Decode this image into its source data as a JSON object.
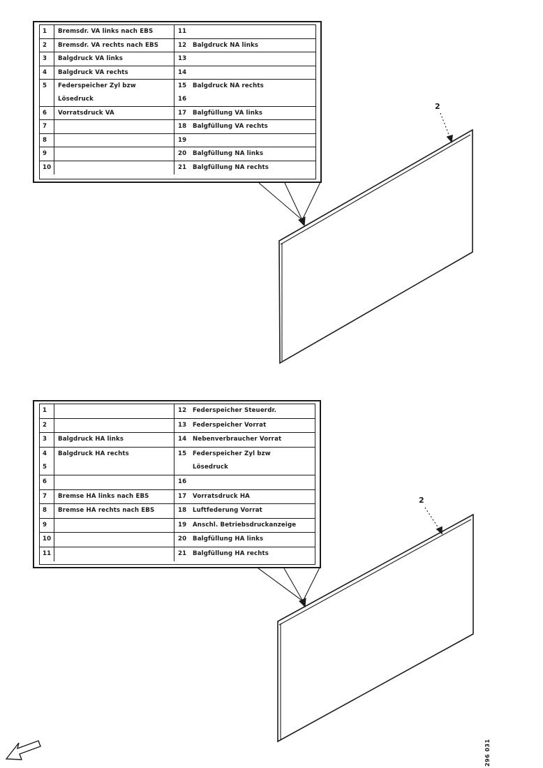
{
  "figure_code": "296 031",
  "panels": [
    {
      "callout_label": "2"
    },
    {
      "callout_label": "2"
    }
  ],
  "tables": [
    {
      "title": "front-axle-test-connections",
      "bands": [
        {
          "tall": false,
          "left_nums": [
            "1"
          ],
          "left_lines": [
            "Bremsdr. VA links nach EBS"
          ],
          "right": [
            {
              "num": "11",
              "text": ""
            }
          ]
        },
        {
          "tall": false,
          "left_nums": [
            "2"
          ],
          "left_lines": [
            "Bremsdr. VA rechts nach EBS"
          ],
          "right": [
            {
              "num": "12",
              "text": "Balgdruck NA links"
            }
          ]
        },
        {
          "tall": false,
          "left_nums": [
            "3"
          ],
          "left_lines": [
            "Balgdruck VA links"
          ],
          "right": [
            {
              "num": "13",
              "text": ""
            }
          ]
        },
        {
          "tall": false,
          "left_nums": [
            "4"
          ],
          "left_lines": [
            "Balgdruck VA rechts"
          ],
          "right": [
            {
              "num": "14",
              "text": ""
            }
          ]
        },
        {
          "tall": true,
          "left_nums": [
            "5"
          ],
          "left_lines": [
            "Federspeicher Zyl bzw",
            "Lösedruck"
          ],
          "right": [
            {
              "num": "15",
              "text": "Balgdruck NA rechts"
            },
            {
              "num": "16",
              "text": ""
            }
          ]
        },
        {
          "tall": false,
          "left_nums": [
            "6"
          ],
          "left_lines": [
            "Vorratsdruck VA"
          ],
          "right": [
            {
              "num": "17",
              "text": "Balgfüllung VA links"
            }
          ]
        },
        {
          "tall": false,
          "left_nums": [
            "7"
          ],
          "left_lines": [
            ""
          ],
          "right": [
            {
              "num": "18",
              "text": "Balgfüllung VA rechts"
            }
          ]
        },
        {
          "tall": false,
          "left_nums": [
            "8"
          ],
          "left_lines": [
            ""
          ],
          "right": [
            {
              "num": "19",
              "text": ""
            }
          ]
        },
        {
          "tall": false,
          "left_nums": [
            "9"
          ],
          "left_lines": [
            ""
          ],
          "right": [
            {
              "num": "20",
              "text": "Balgfüllung NA links"
            }
          ]
        },
        {
          "tall": false,
          "left_nums": [
            "10"
          ],
          "left_lines": [
            ""
          ],
          "right": [
            {
              "num": "21",
              "text": "Balgfüllung NA rechts"
            }
          ]
        }
      ]
    },
    {
      "title": "rear-axle-test-connections",
      "bands": [
        {
          "tall": false,
          "left_nums": [
            "1"
          ],
          "left_lines": [
            ""
          ],
          "right": [
            {
              "num": "12",
              "text": "Federspeicher Steuerdr."
            }
          ]
        },
        {
          "tall": false,
          "left_nums": [
            "2"
          ],
          "left_lines": [
            ""
          ],
          "right": [
            {
              "num": "13",
              "text": "Federspeicher Vorrat"
            }
          ]
        },
        {
          "tall": false,
          "left_nums": [
            "3"
          ],
          "left_lines": [
            "Balgdruck HA links"
          ],
          "right": [
            {
              "num": "14",
              "text": "Nebenverbraucher Vorrat"
            }
          ]
        },
        {
          "tall": true,
          "left_nums": [
            "4",
            "5"
          ],
          "left_lines": [
            "Balgdruck HA rechts"
          ],
          "right": [
            {
              "num": "15",
              "text": "Federspeicher Zyl bzw"
            },
            {
              "num": "",
              "text": "Lösedruck"
            }
          ]
        },
        {
          "tall": false,
          "left_nums": [
            "6"
          ],
          "left_lines": [
            ""
          ],
          "right": [
            {
              "num": "16",
              "text": ""
            }
          ]
        },
        {
          "tall": false,
          "left_nums": [
            "7"
          ],
          "left_lines": [
            "Bremse HA links nach EBS"
          ],
          "right": [
            {
              "num": "17",
              "text": "Vorratsdruck HA"
            }
          ]
        },
        {
          "tall": false,
          "left_nums": [
            "8"
          ],
          "left_lines": [
            "Bremse HA rechts nach EBS"
          ],
          "right": [
            {
              "num": "18",
              "text": "Luftfederung Vorrat"
            }
          ]
        },
        {
          "tall": false,
          "left_nums": [
            "9"
          ],
          "left_lines": [
            ""
          ],
          "right": [
            {
              "num": "19",
              "text": "Anschl. Betriebsdruckanzeige"
            }
          ]
        },
        {
          "tall": false,
          "left_nums": [
            "10"
          ],
          "left_lines": [
            ""
          ],
          "right": [
            {
              "num": "20",
              "text": "Balgfüllung HA links"
            }
          ]
        },
        {
          "tall": false,
          "left_nums": [
            "11"
          ],
          "left_lines": [
            ""
          ],
          "right": [
            {
              "num": "21",
              "text": "Balgfüllung HA rechts"
            }
          ]
        }
      ]
    }
  ]
}
